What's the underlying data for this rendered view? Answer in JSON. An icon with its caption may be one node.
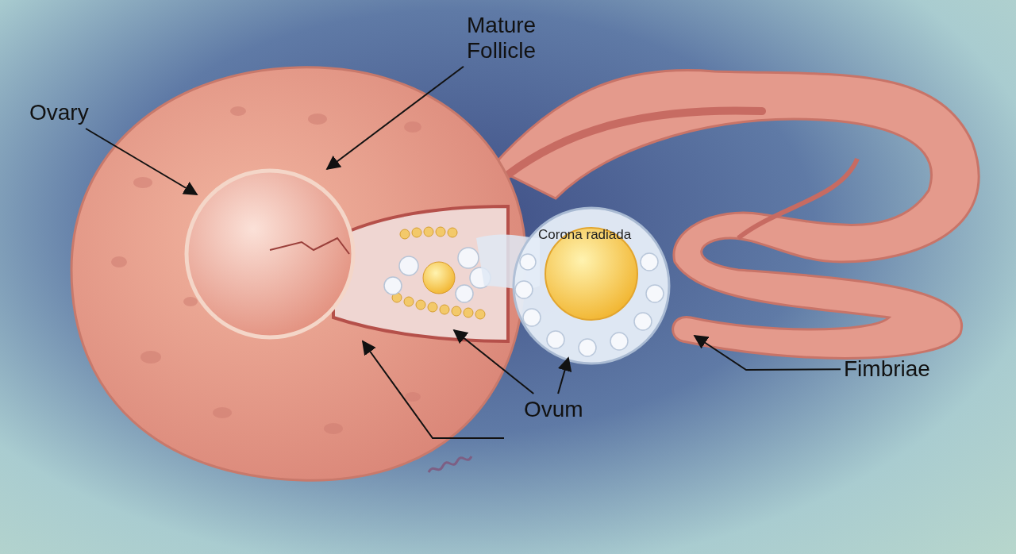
{
  "diagram": {
    "nodes": [
      {
        "text": [
          "Ovary"
        ]
      },
      {
        "text": [
          "Mature Follicle"
        ]
      },
      {
        "text": [
          "Ovum"
        ]
      },
      {
        "text": [
          "Fimbriae"
        ]
      }
    ],
    "edges": [
      {
        "from": 0,
        "to": null,
        "arrow": "to"
      },
      {
        "from": 1,
        "to": null,
        "arrow": "to"
      },
      {
        "from": 2,
        "to": null,
        "arrow": "to"
      },
      {
        "from": 2,
        "to": null,
        "arrow": "to"
      },
      {
        "from": 3,
        "to": null,
        "arrow": "to"
      }
    ],
    "labels": [
      "Corona radiada"
    ]
  }
}
